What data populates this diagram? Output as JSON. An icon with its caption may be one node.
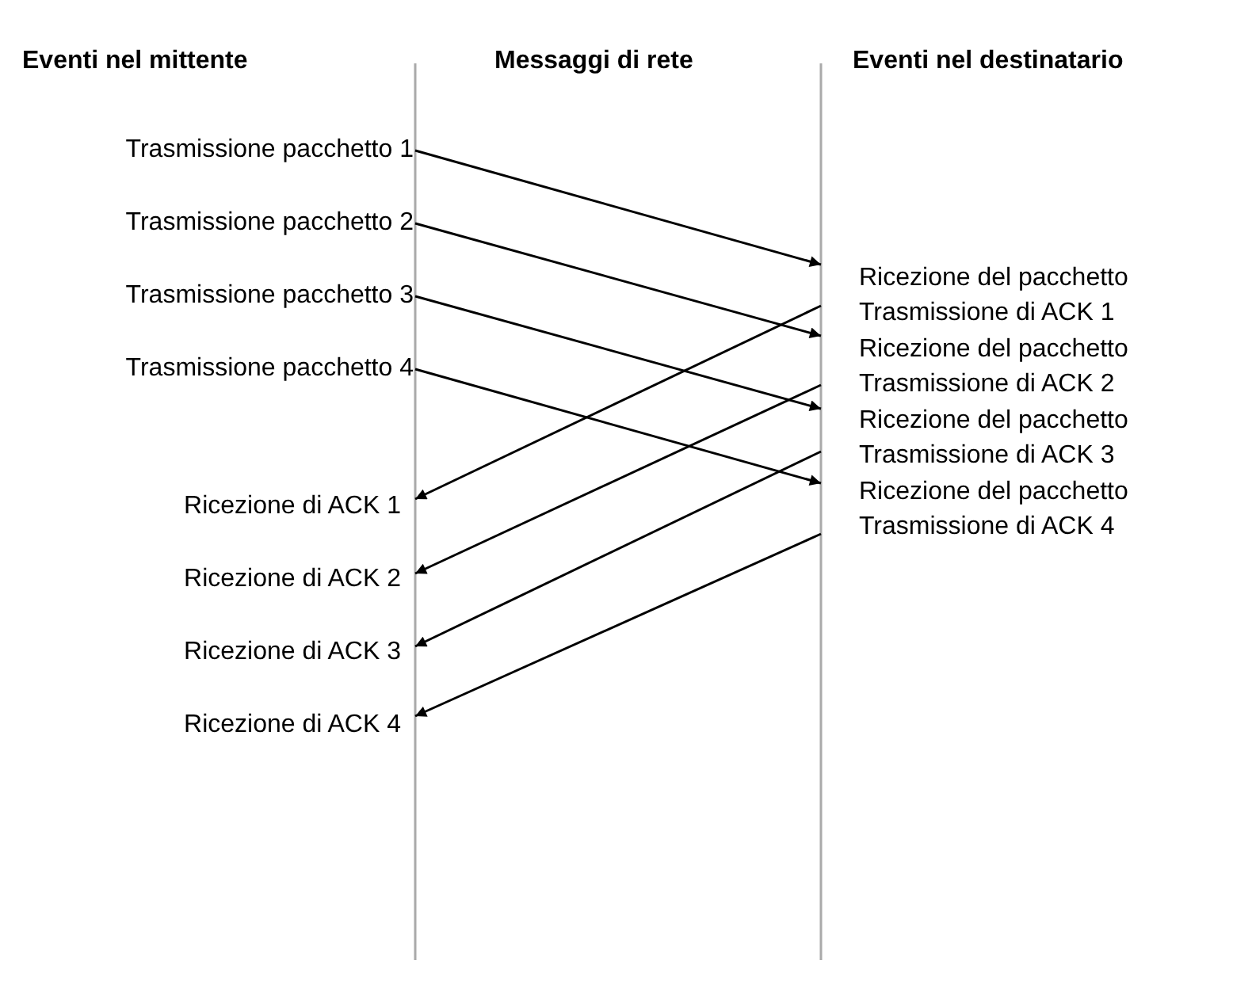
{
  "diagram": {
    "nodes": [
      {
        "text": [
          "Trasmissione pacchetto 1"
        ]
      },
      {
        "text": [
          "Trasmissione pacchetto 2"
        ]
      },
      {
        "text": [
          "Trasmissione pacchetto 3"
        ]
      },
      {
        "text": [
          "Trasmissione pacchetto 4"
        ]
      },
      {
        "text": [
          "Ricezione di ACK 1"
        ]
      },
      {
        "text": [
          "Ricezione di ACK 2"
        ]
      },
      {
        "text": [
          "Ricezione di ACK 3"
        ]
      },
      {
        "text": [
          "Ricezione di ACK 4"
        ]
      },
      {
        "text": [
          "Ricezione del pacchetto"
        ]
      },
      {
        "text": [
          "Trasmissione di ACK 1"
        ]
      },
      {
        "text": [
          "Ricezione del pacchetto"
        ]
      },
      {
        "text": [
          "Trasmissione di ACK 2"
        ]
      },
      {
        "text": [
          "Ricezione del pacchetto"
        ]
      },
      {
        "text": [
          "Trasmissione di ACK 3"
        ]
      },
      {
        "text": [
          "Ricezione del pacchetto"
        ]
      },
      {
        "text": [
          "Trasmissione di ACK 4"
        ]
      }
    ],
    "edges": [
      {
        "from": 0,
        "to": 8,
        "arrow": "to"
      },
      {
        "from": 1,
        "to": 10,
        "arrow": "to"
      },
      {
        "from": 2,
        "to": 12,
        "arrow": "to"
      },
      {
        "from": 3,
        "to": 14,
        "arrow": "to"
      },
      {
        "from": 9,
        "to": 4,
        "arrow": "to"
      },
      {
        "from": 11,
        "to": 5,
        "arrow": "to"
      },
      {
        "from": 13,
        "to": 6,
        "arrow": "to"
      },
      {
        "from": 15,
        "to": 7,
        "arrow": "to"
      }
    ],
    "labels": [
      "Eventi nel mittente",
      "Messaggi di rete",
      "Eventi nel destinatario"
    ]
  }
}
